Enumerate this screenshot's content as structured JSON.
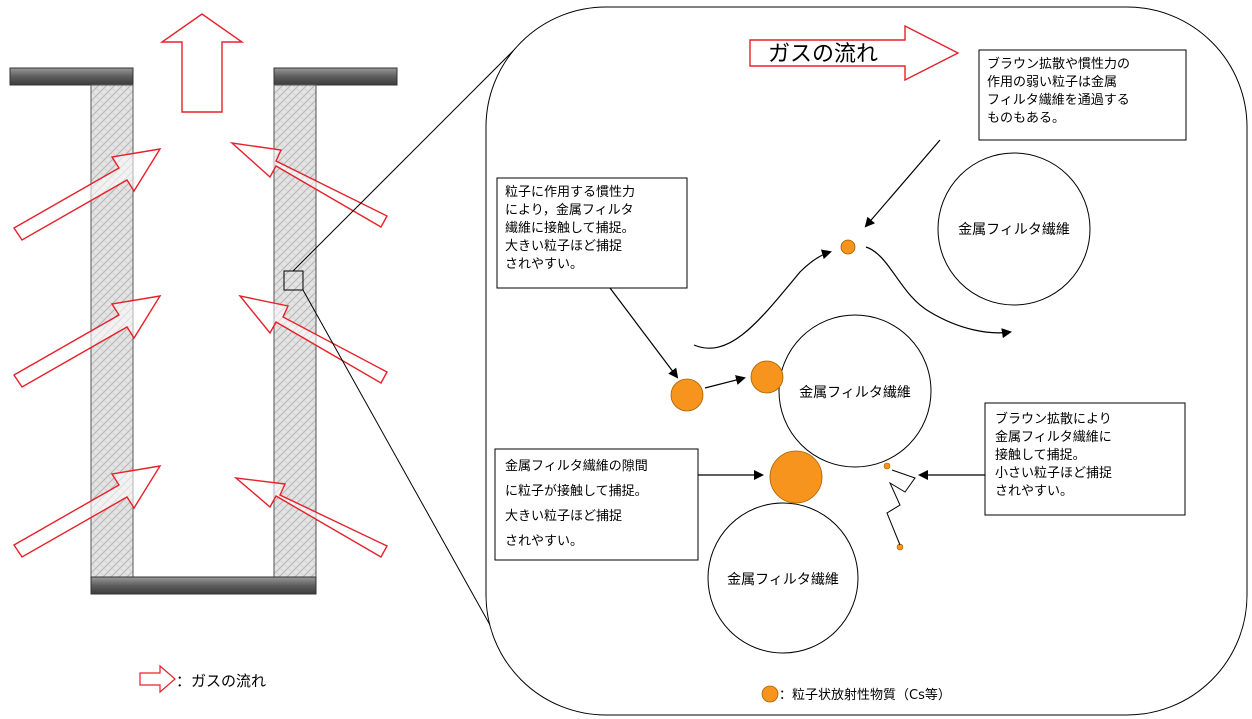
{
  "gas_flow_banner": "ガスの流れ",
  "annotations": {
    "brownian_pass": [
      "ブラウン拡散や慣性力の",
      "作用の弱い粒子は金属",
      "フィルタ繊維を通過する",
      "ものもある。"
    ],
    "inertial": [
      "粒子に作用する慣性力",
      "により，金属フィルタ",
      "繊維に接触して捕捉。",
      "大きい粒子ほど捕捉",
      "されやすい。"
    ],
    "interception": [
      "金属フィルタ繊維の隙間",
      "に粒子が接触して捕捉。",
      "大きい粒子ほど捕捉",
      "されやすい。"
    ],
    "brownian_capture": [
      "ブラウン拡散により",
      "金属フィルタ繊維に",
      "接触して捕捉。",
      "小さい粒子ほど捕捉",
      "されやすい。"
    ]
  },
  "fibers": {
    "top_right": "金属フィルタ繊維",
    "middle": "金属フィルタ繊維",
    "bottom": "金属フィルタ繊維"
  },
  "legend": {
    "gas_flow": "：ガスの流れ",
    "particle": "：粒子状放射性物質（Cs等）"
  },
  "colors": {
    "arrow_red": "#e8202a",
    "particle_orange": "#f7941d",
    "cap_gray": "#6d6d6d"
  }
}
